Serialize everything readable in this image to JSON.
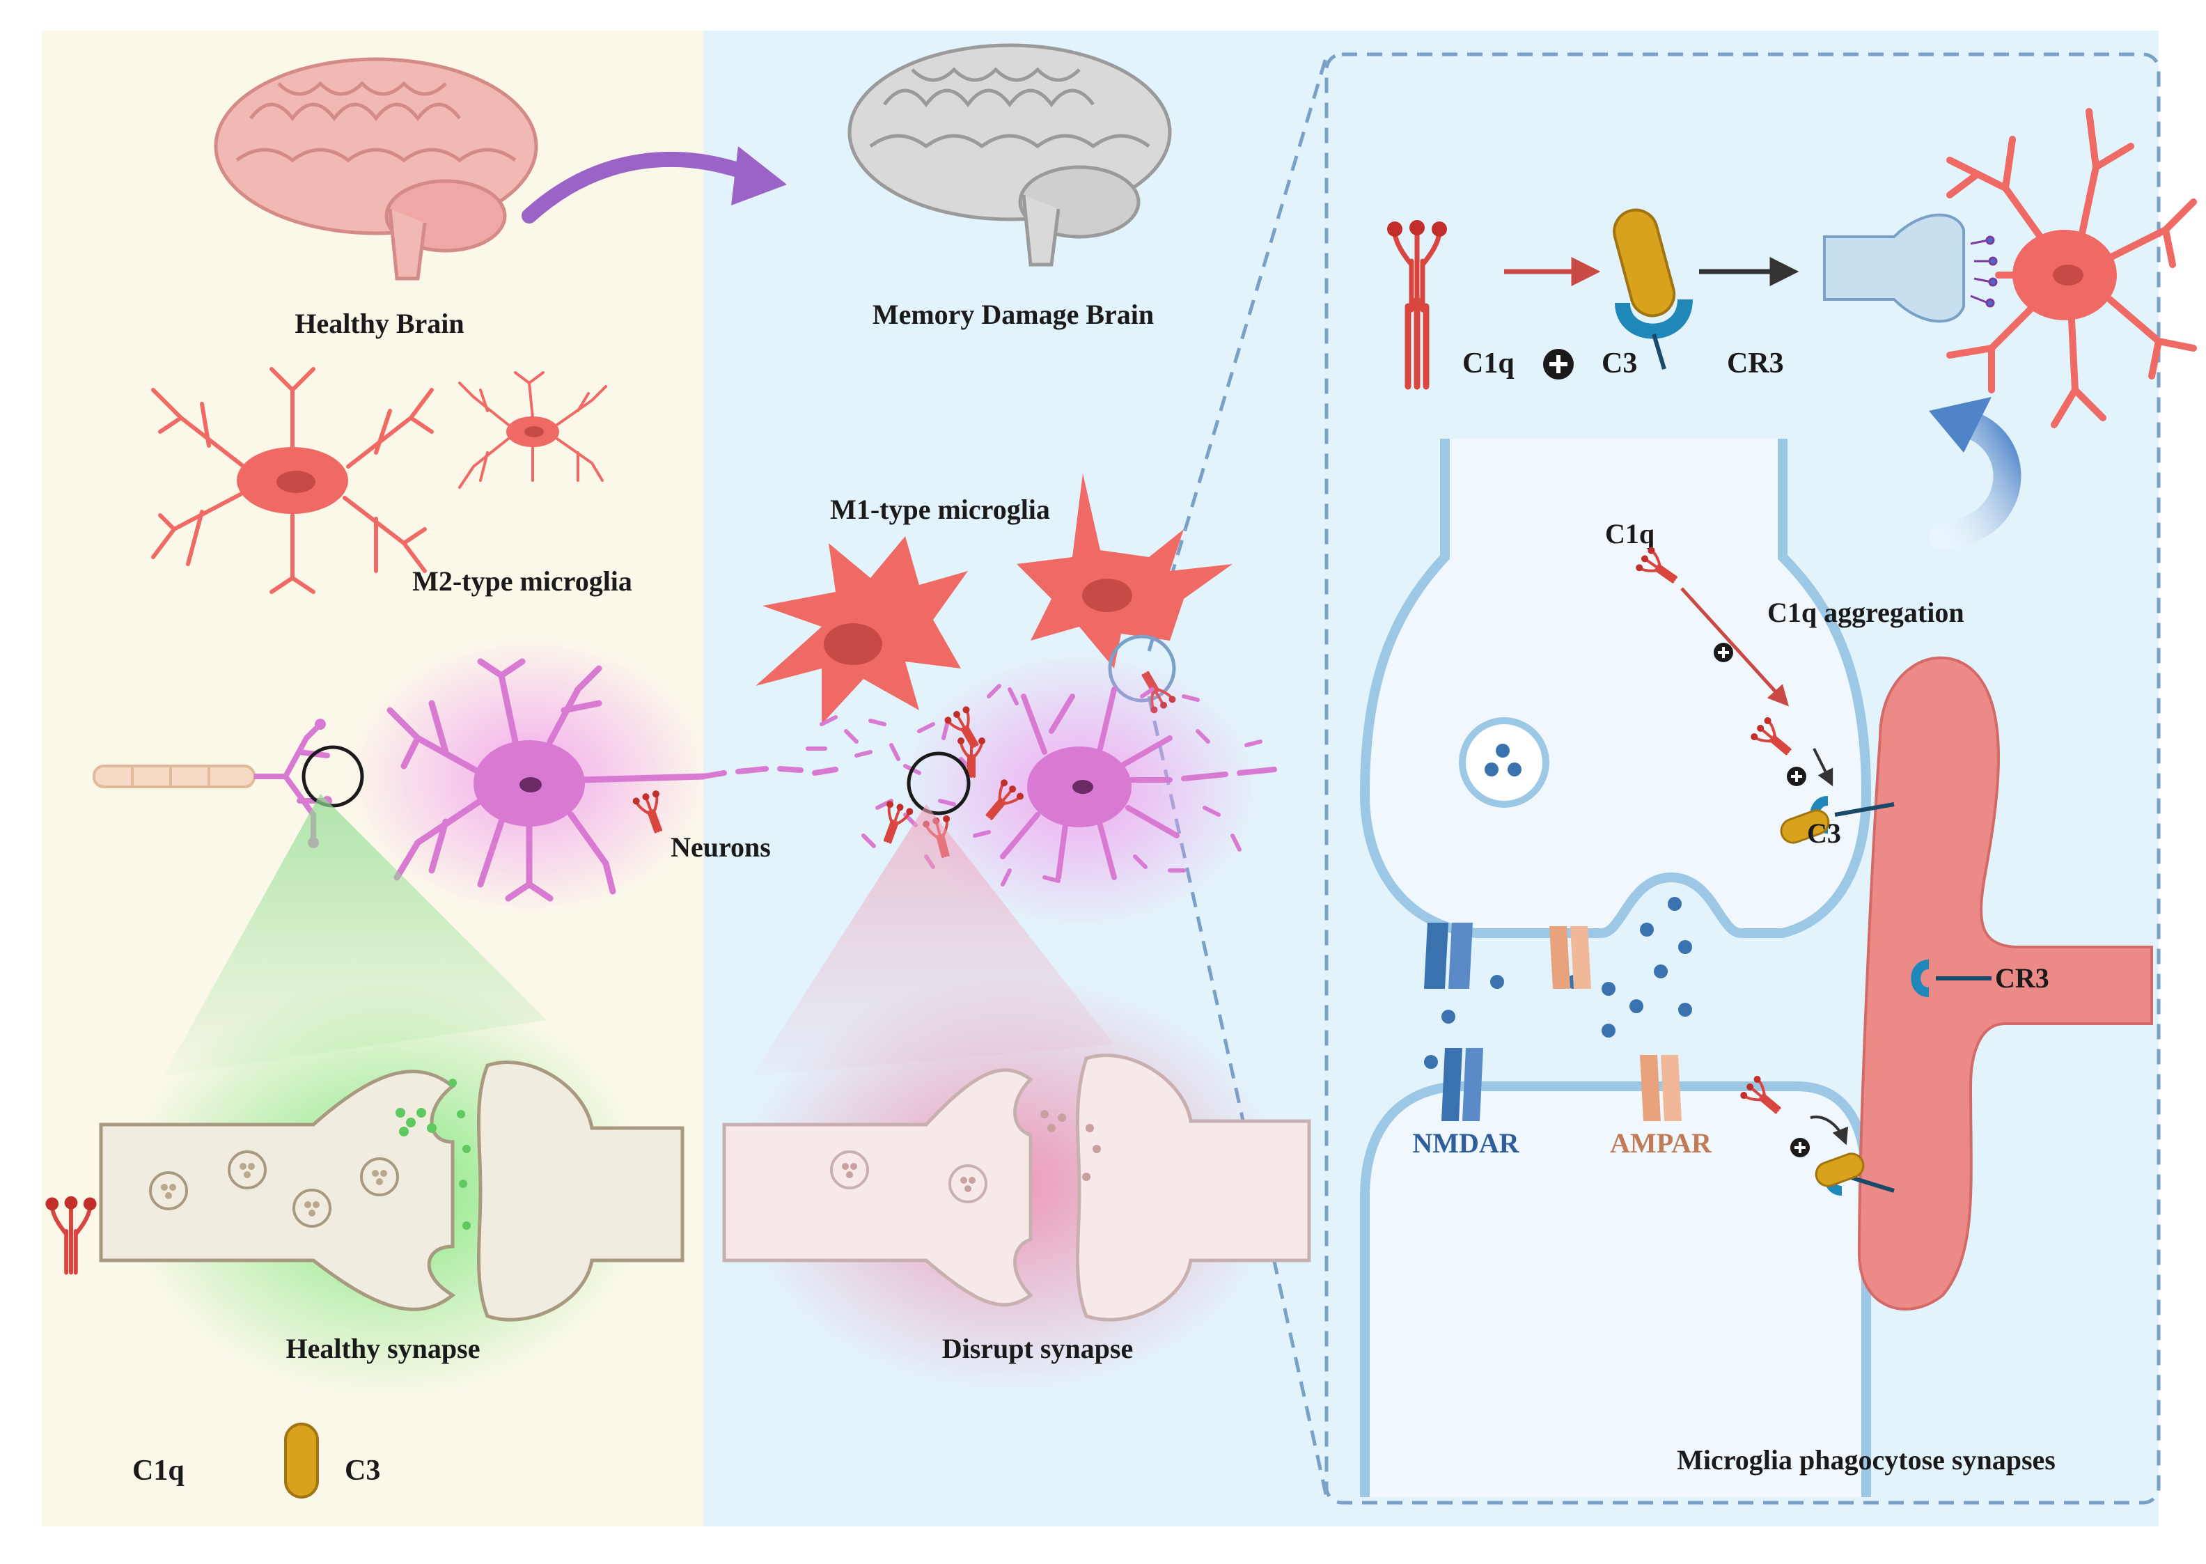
{
  "labels": {
    "healthy_brain": "Healthy Brain",
    "memory_damage_brain": "Memory Damage Brain",
    "m2_microglia": "M2-type microglia",
    "m1_microglia": "M1-type microglia",
    "neurons": "Neurons",
    "healthy_synapse": "Healthy synapse",
    "disrupt_synapse": "Disrupt synapse",
    "legend_c1q": "C1q",
    "legend_c3": "C3"
  },
  "detail": {
    "top_c1q": "C1q",
    "top_c3": "C3",
    "top_cr3": "CR3",
    "c1q": "C1q",
    "c1q_aggregation": "C1q aggregation",
    "c3": "C3",
    "cr3": "CR3",
    "nmdar": "NMDAR",
    "ampar": "AMPAR",
    "phagocytose": "Microglia phagocytose  synapses"
  },
  "colors": {
    "left_bg": "#fbf8ea",
    "right_bg": "#e3f3fb",
    "c1q_red": "#d9453f",
    "c3_gold": "#d9a21c",
    "cr3_blue": "#1f88b8",
    "microglia": "#ef6a64",
    "neuron_pink": "#d97ad2",
    "nmdar_blue": "#3a72b0",
    "ampar_peach": "#e8a27c",
    "arrow_purple": "#9b63c6"
  }
}
